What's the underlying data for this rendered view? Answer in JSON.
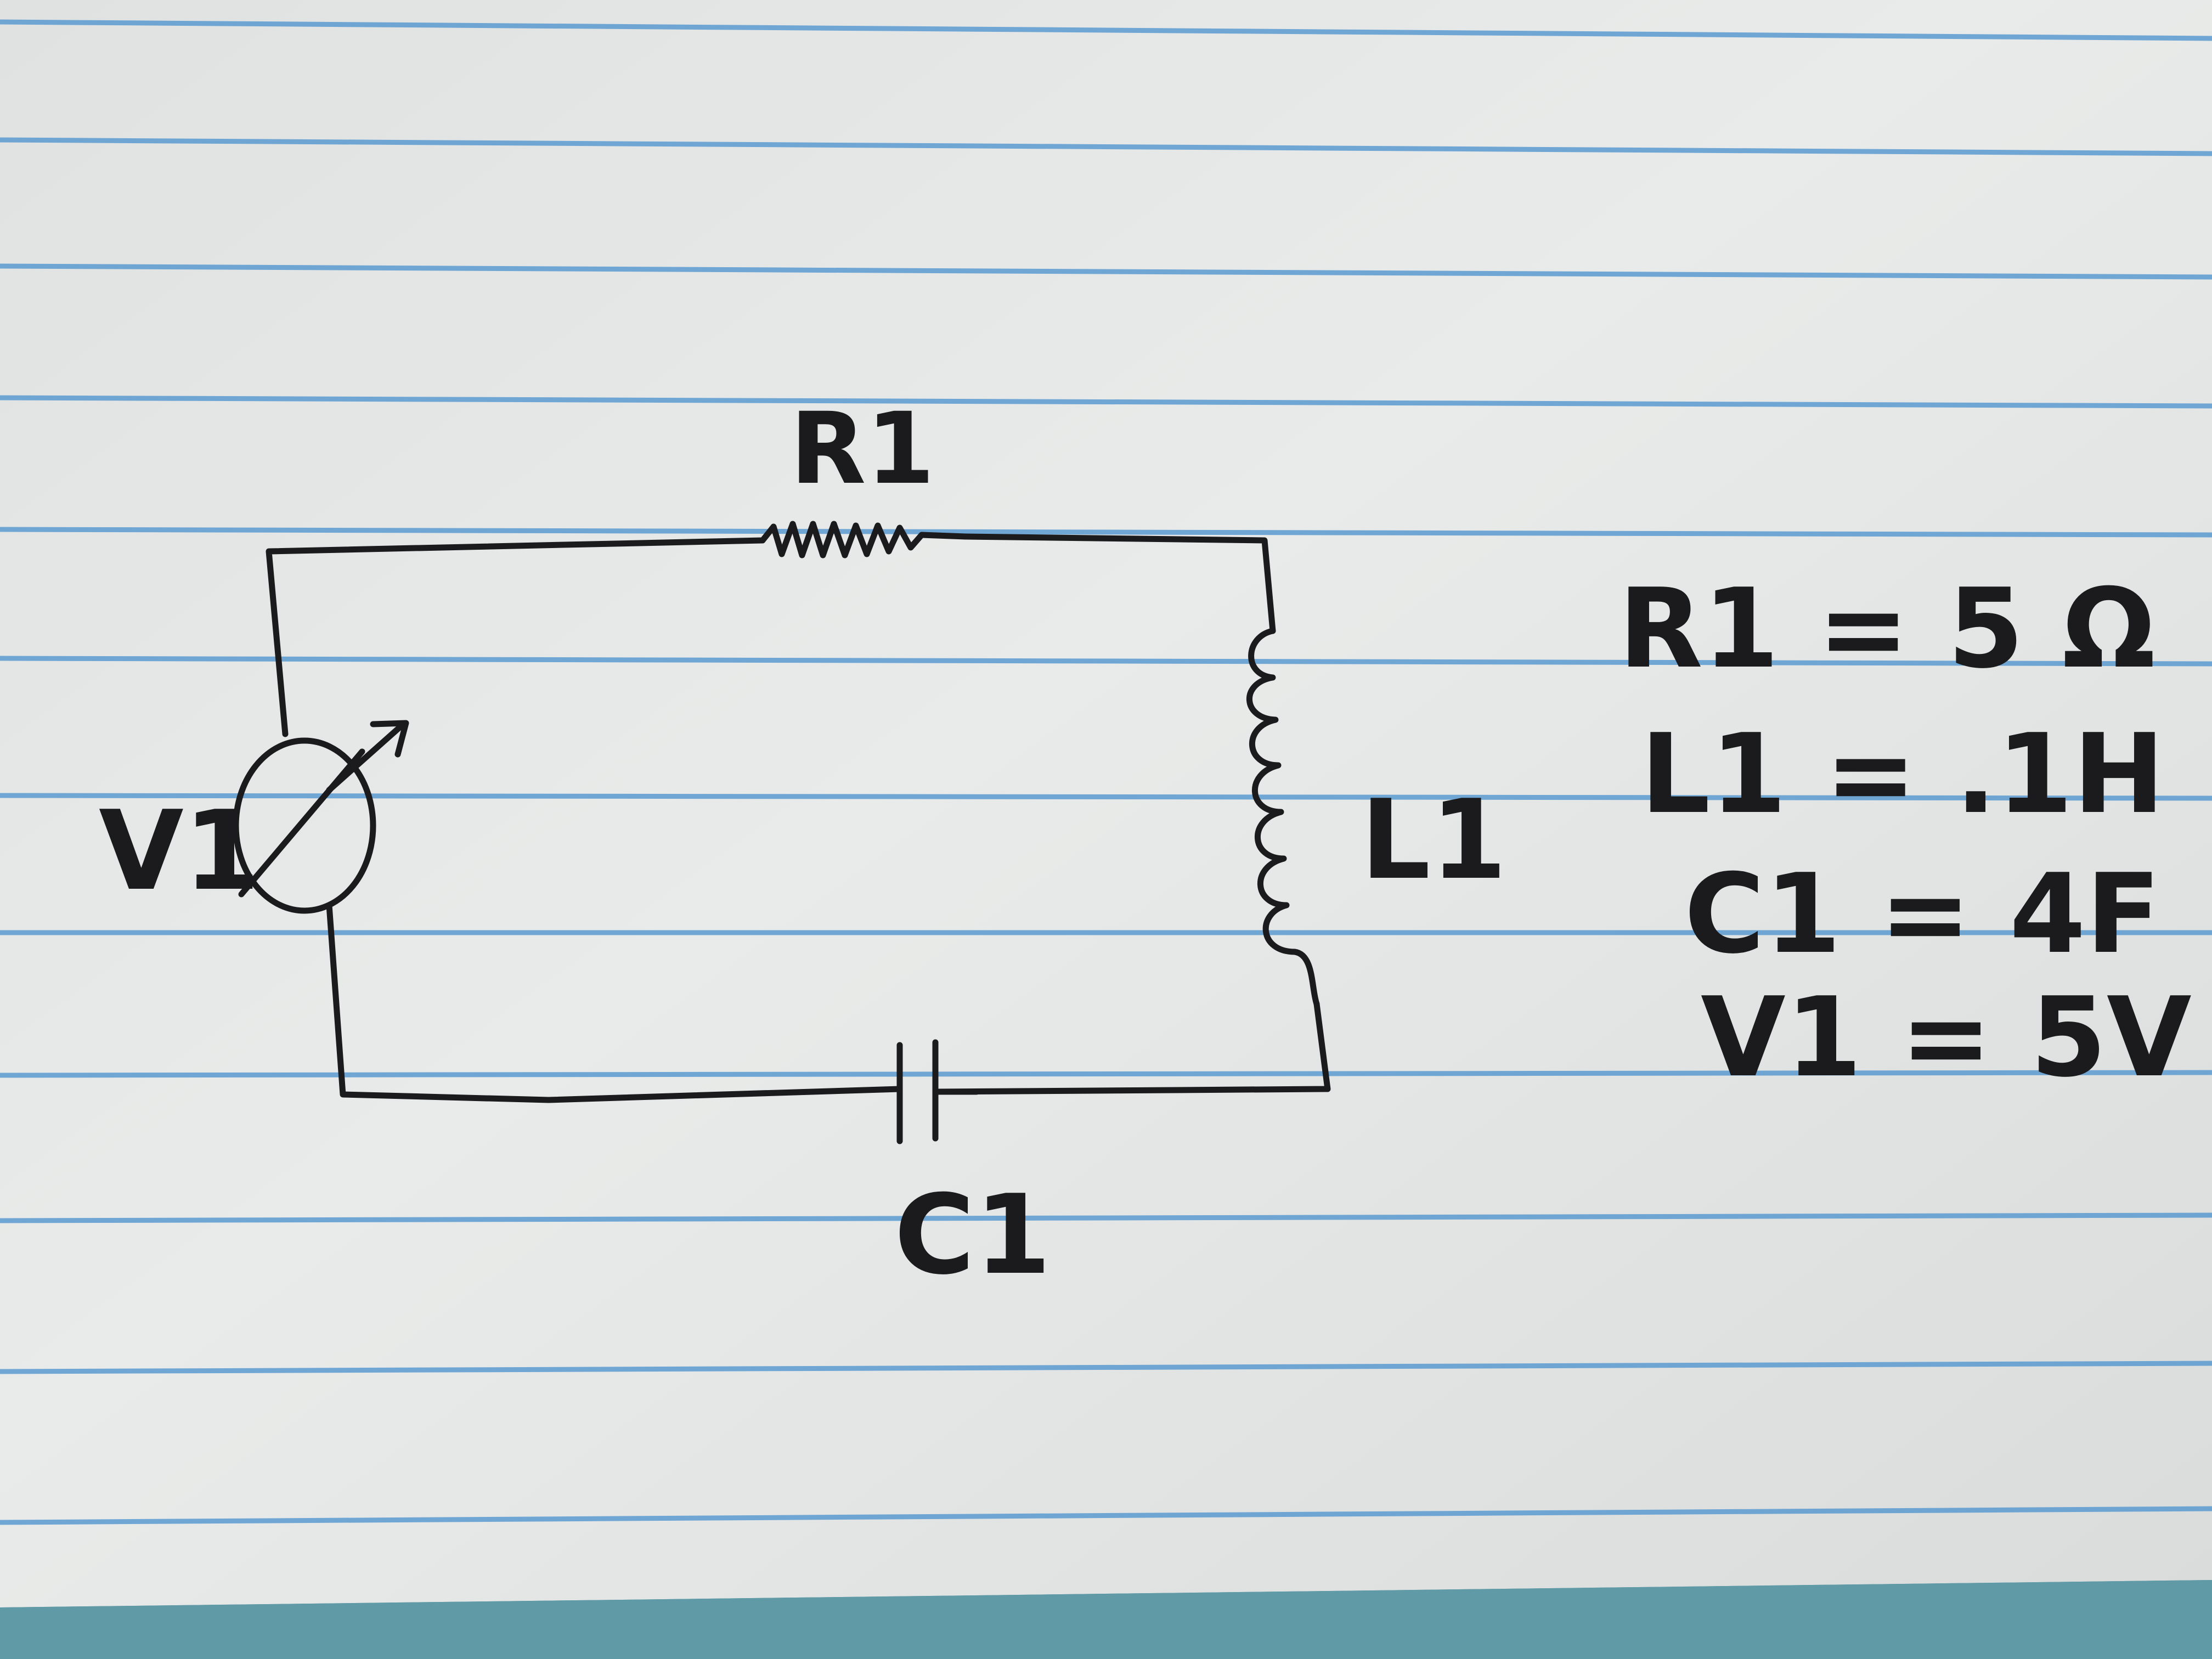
{
  "diagram": {
    "labels": {
      "resistor": "R1",
      "inductor": "L1",
      "capacitor": "C1",
      "source": "V1"
    },
    "values": [
      {
        "name": "R1",
        "text": "R1 = 5 Ω"
      },
      {
        "name": "L1",
        "text": "L1 = .1H"
      },
      {
        "name": "C1",
        "text": "C1 = 4F"
      },
      {
        "name": "V1",
        "text": "V1 = 5V"
      }
    ]
  },
  "colors": {
    "paper": "#e7e9e8",
    "rule_line": "#5b9ad0",
    "ink": "#1b1b1e",
    "background": "#5f9aa6"
  }
}
